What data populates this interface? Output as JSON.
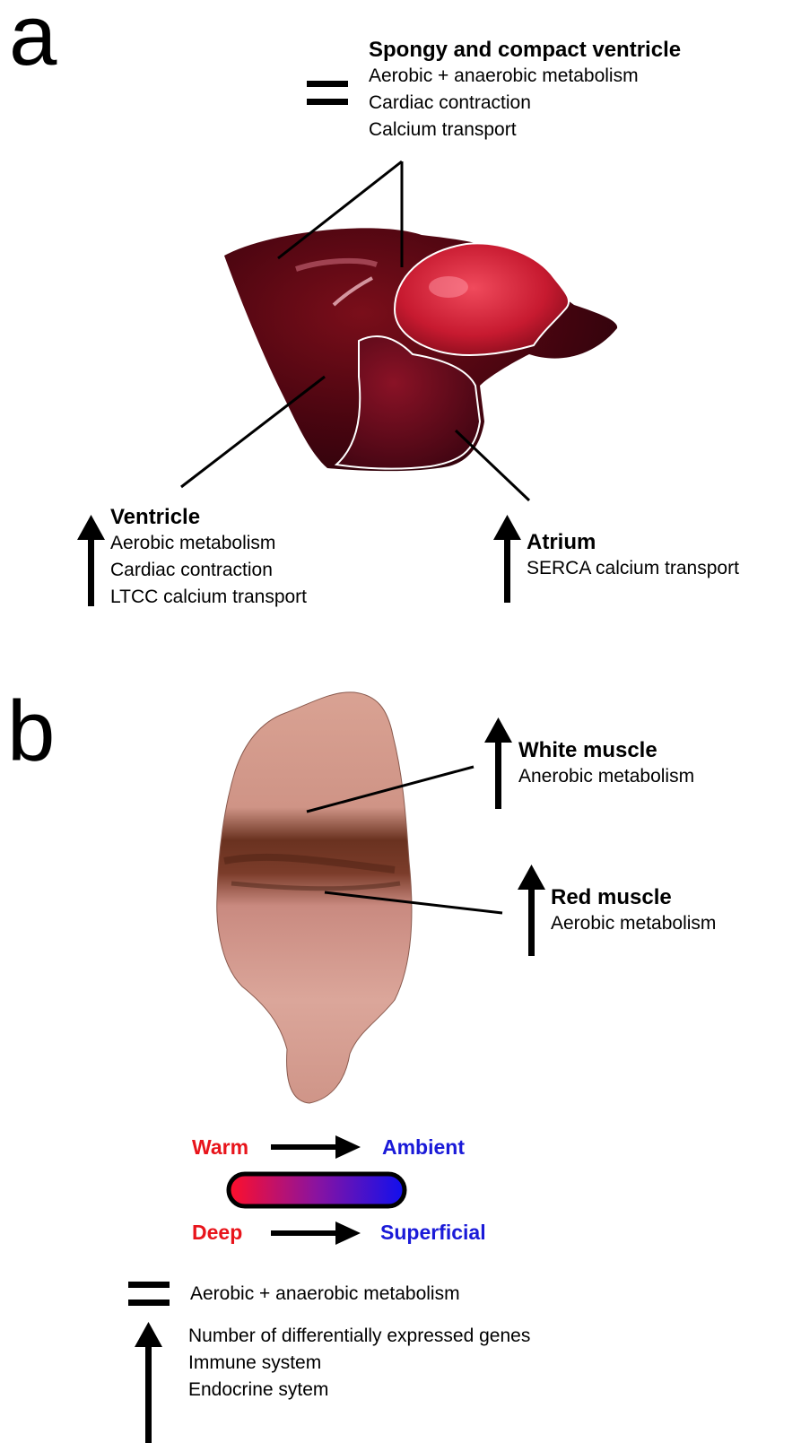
{
  "panel_a": {
    "label": "a",
    "spongy": {
      "title": "Spongy and compact ventricle",
      "lines": [
        "Aerobic + anaerobic metabolism",
        "Cardiac contraction",
        "Calcium transport"
      ]
    },
    "ventricle": {
      "title": "Ventricle",
      "lines": [
        "Aerobic metabolism",
        "Cardiac contraction",
        "LTCC calcium transport"
      ]
    },
    "atrium": {
      "title": "Atrium",
      "lines": [
        "SERCA calcium transport"
      ]
    }
  },
  "panel_b": {
    "label": "b",
    "white_muscle": {
      "title": "White muscle",
      "lines": [
        "Anerobic metabolism"
      ]
    },
    "red_muscle": {
      "title": "Red muscle",
      "lines": [
        "Aerobic metabolism"
      ]
    }
  },
  "legend": {
    "warm": "Warm",
    "ambient": "Ambient",
    "deep": "Deep",
    "superficial": "Superficial",
    "colors": {
      "warm": "#e8141b",
      "cool": "#1a1ad8"
    },
    "equal_text": "Aerobic + anaerobic metabolism",
    "up_lines": [
      "Number of differentially expressed genes",
      "Immune system",
      "Endocrine sytem"
    ]
  }
}
